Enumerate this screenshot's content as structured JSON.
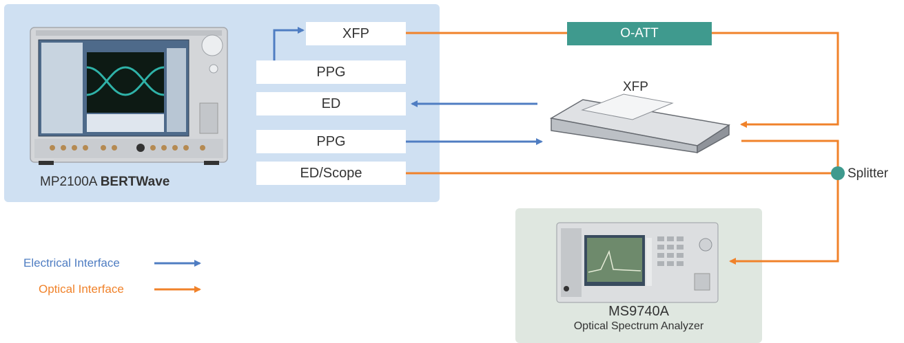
{
  "colors": {
    "electrical": "#4f7dc2",
    "optical": "#f0822a",
    "oatt_fill": "#3f9a8e",
    "splitter_fill": "#3f9a8e"
  },
  "bertwave": {
    "model": "MP2100A",
    "name": "BERTWave"
  },
  "ports": {
    "xfp": "XFP",
    "ppg_top": "PPG",
    "ed": "ED",
    "ppg_bottom": "PPG",
    "ed_scope": "ED/Scope"
  },
  "oatt": "O-ATT",
  "xfp_module_label": "XFP",
  "splitter_label": "Splitter",
  "analyzer": {
    "model": "MS9740A",
    "description": "Optical Spectrum Analyzer"
  },
  "legend": {
    "electrical": "Electrical Interface",
    "optical": "Optical Interface"
  }
}
